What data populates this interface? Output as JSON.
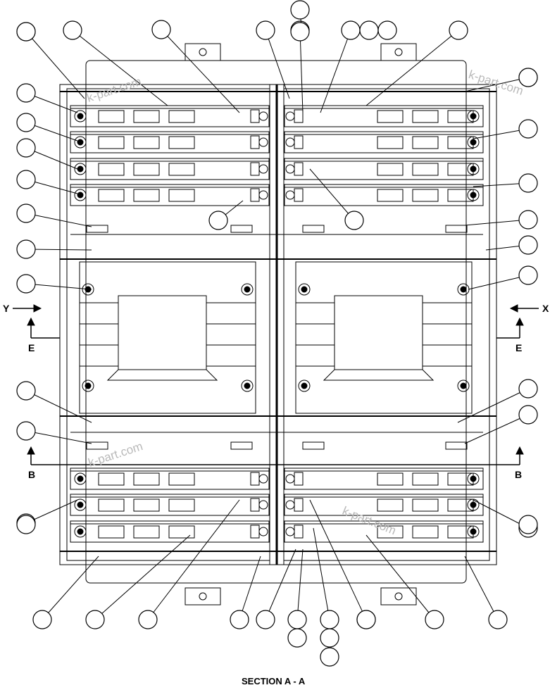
{
  "caption": "SECTION A - A",
  "arrows": {
    "y_label": "Y",
    "x_label": "X",
    "e_left": "E",
    "e_right": "E",
    "b_left": "B",
    "b_right": "B"
  },
  "watermarks": [
    "k-part.com",
    "k-part.com",
    "k-part.com",
    "k-part.com"
  ],
  "callout_count": 50,
  "colors": {
    "line": "#000000",
    "background": "#ffffff",
    "watermark": "#b9b9b9"
  }
}
